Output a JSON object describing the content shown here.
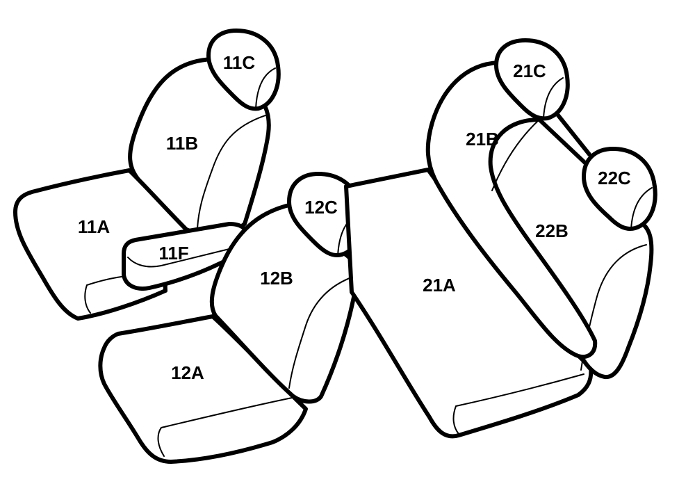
{
  "parts": {
    "p11A": "11A",
    "p11B": "11B",
    "p11C": "11C",
    "p11F": "11F",
    "p12A": "12A",
    "p12B": "12B",
    "p12C": "12C",
    "p21A": "21A",
    "p21B": "21B",
    "p21C": "21C",
    "p22B": "22B",
    "p22C": "22C"
  },
  "colors": {
    "outline": "#000000",
    "background": "#ffffff"
  }
}
